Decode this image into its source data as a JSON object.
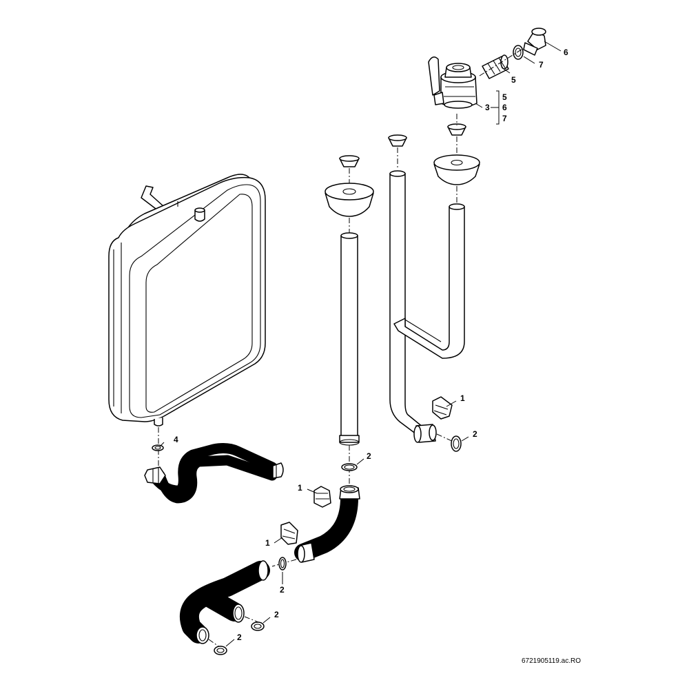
{
  "callouts": [
    {
      "id": "c1a",
      "text": "1"
    },
    {
      "id": "c1b",
      "text": "1"
    },
    {
      "id": "c1c",
      "text": "1"
    },
    {
      "id": "c2a",
      "text": "2"
    },
    {
      "id": "c2b",
      "text": "2"
    },
    {
      "id": "c2c",
      "text": "2"
    },
    {
      "id": "c2d",
      "text": "2"
    },
    {
      "id": "c2e",
      "text": "2"
    },
    {
      "id": "c3",
      "text": "3"
    },
    {
      "id": "c4",
      "text": "4"
    },
    {
      "id": "c5",
      "text": "5"
    },
    {
      "id": "c6",
      "text": "6"
    },
    {
      "id": "c7",
      "text": "7"
    }
  ],
  "bracket_items": [
    "5",
    "6",
    "7"
  ],
  "reference_code": "6721905119.ac.RO",
  "colors": {
    "line": "#000000",
    "background": "#ffffff"
  }
}
